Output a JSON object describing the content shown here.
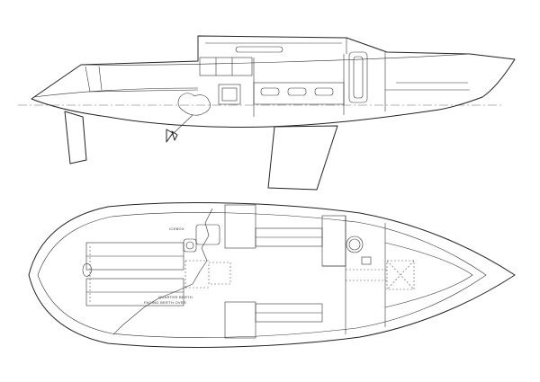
{
  "profile": {
    "machinery_note": ""
  },
  "plan": {
    "quarter_berth_note_line1": "QUARTER BERTH",
    "quarter_berth_note_line2": "FACING BERTH OVER",
    "galley_note": "ICEBOX"
  }
}
